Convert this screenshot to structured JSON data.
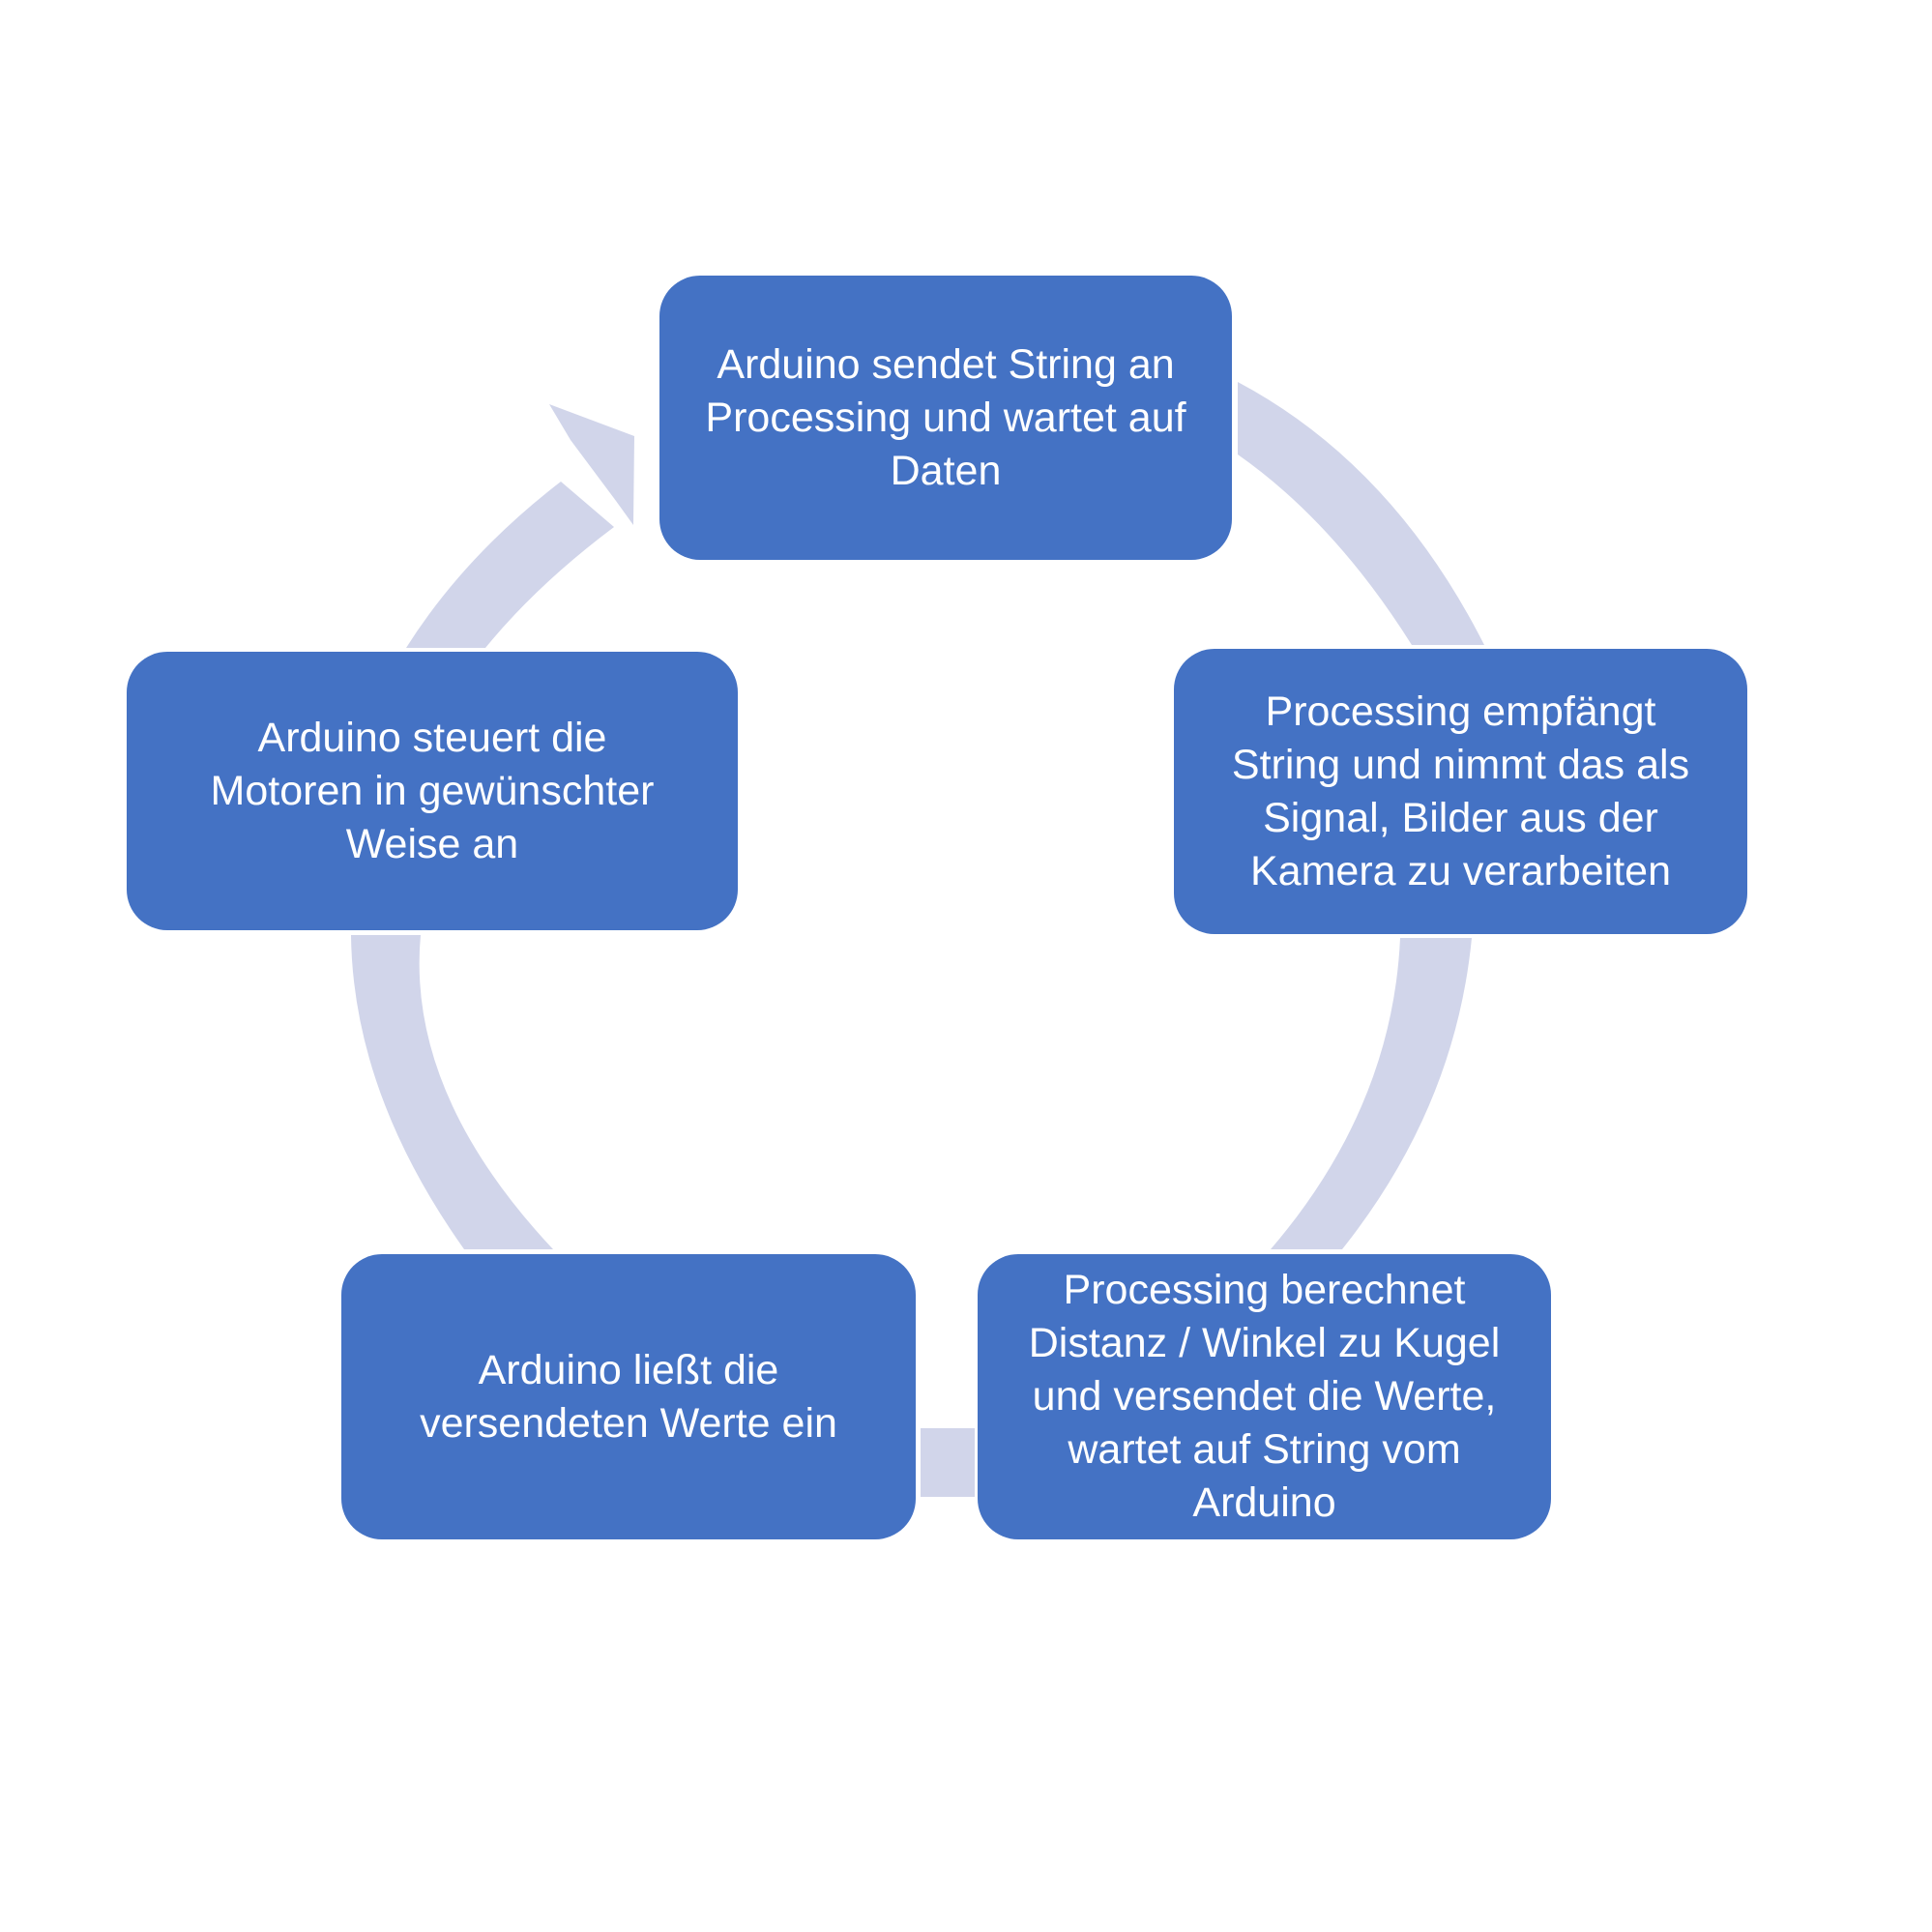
{
  "diagram": {
    "colors": {
      "box_fill": "#4472c4",
      "box_text": "#ffffff",
      "connector": "#d1d5ea",
      "background": "#ffffff"
    },
    "steps": [
      {
        "label": "Arduino sendet String an\nProcessing und wartet auf\nDaten"
      },
      {
        "label": "Processing empfängt\nString und nimmt das als\nSignal, Bilder aus der\nKamera zu verarbeiten"
      },
      {
        "label": "Processing berechnet\nDistanz / Winkel zu Kugel\nund versendet die Werte,\nwartet auf String vom\nArduino"
      },
      {
        "label": "Arduino ließt die\nversendeten Werte ein"
      },
      {
        "label": "Arduino steuert die\nMotoren in gewünschter\nWeise an"
      }
    ]
  }
}
